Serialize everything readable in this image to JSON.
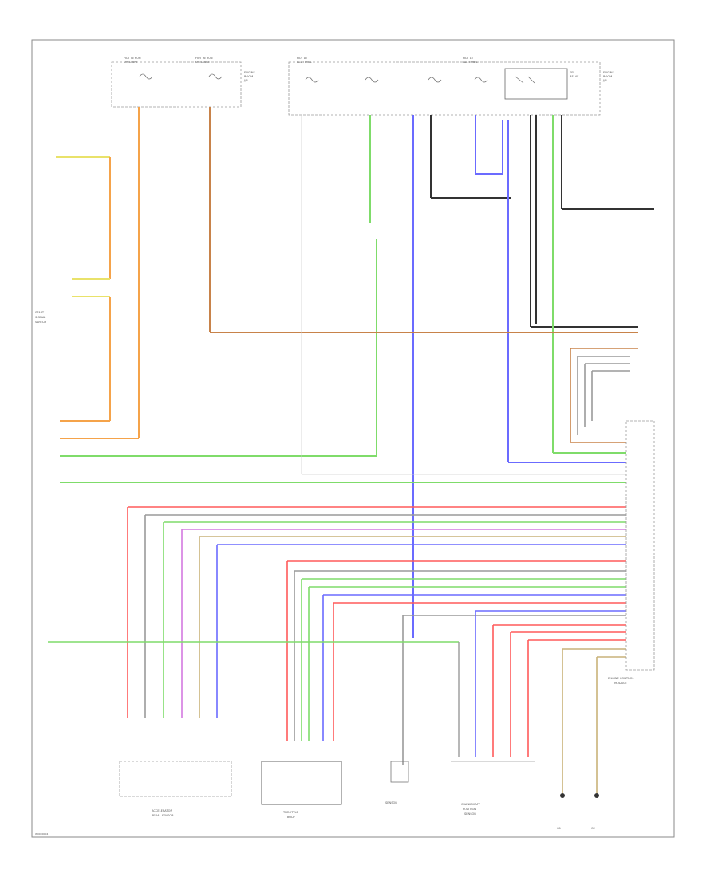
{
  "diagram": {
    "page_code": "W0000004",
    "colors": {
      "orange": "#f5a34a",
      "brown": "#c8834a",
      "yellow": "#e9e26a",
      "green": "#7fdc6a",
      "blue": "#6b6bff",
      "red": "#ff5a5a",
      "pink": "#ff7a9a",
      "violet": "#d47ae0",
      "black": "#333333",
      "grey": "#9a9a9a",
      "tan": "#c9b27a",
      "frame": "#8a8a8a"
    },
    "labels": {
      "hot_left_1": "HOT IN RUN",
      "hot_left_2": "OR START",
      "hot_right_1": "HOT AT",
      "hot_right_2": "ALL TIMES",
      "fuse_box_1": "ENGINE",
      "fuse_box_2": "ROOM",
      "fuse_box_3": "J/B",
      "relay_1": "EFI",
      "relay_2": "RELAY",
      "ground_1": "G1",
      "ground_2": "G2",
      "ecm_1": "ENGINE CONTROL",
      "ecm_2": "MODULE",
      "bottom_1": "ACCELERATOR",
      "bottom_2": "PEDAL SENSOR",
      "bottom_3": "THROTTLE",
      "bottom_4": "BODY",
      "bottom_5": "SENSOR",
      "bottom_6": "CRANKSHAFT",
      "bottom_7": "POSITION",
      "bottom_8": "SENSOR",
      "side_1": "START",
      "side_2": "SIGNAL",
      "side_3": "SWITCH"
    }
  }
}
